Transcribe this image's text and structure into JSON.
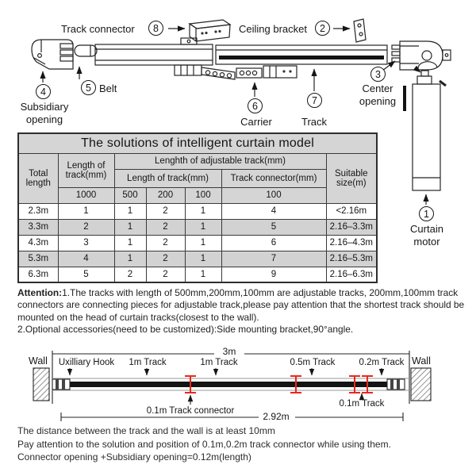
{
  "colors": {
    "table_header_bg": "#d5d5d5",
    "table_alt_row_bg": "#d2d2d2",
    "connector_marker_red": "#e8281e"
  },
  "top_diagram": {
    "track_connector": {
      "num": "8",
      "label": "Track connector"
    },
    "ceiling_bracket": {
      "num": "2",
      "label": "Ceiling bracket"
    },
    "subsidiary_opening": {
      "num": "4",
      "line1": "Subsidiary",
      "line2": "opening"
    },
    "belt": {
      "num": "5",
      "label": "Belt"
    },
    "carrier": {
      "num": "6",
      "label": "Carrier"
    },
    "track": {
      "num": "7",
      "label": "Track"
    },
    "center_opening": {
      "num": "3",
      "line1": "Center",
      "line2": "opening"
    },
    "curtain_motor": {
      "num": "1",
      "line1": "Curtain",
      "line2": "motor"
    }
  },
  "table": {
    "title": "The solutions of intelligent curtain model",
    "headers": {
      "total_length": "Total length",
      "length_of_track": "Length of track(mm)",
      "adjustable": "Lenghth of adjustable track(mm)",
      "adj_length_of_track": "Length of track(mm)",
      "track_connector": "Track connector(mm)",
      "suitable": "Suitable size(m)",
      "col_1000": "1000",
      "col_500": "500",
      "col_200": "200",
      "col_100": "100",
      "col_conn100": "100"
    },
    "rows": [
      {
        "cells": [
          "2.3m",
          "1",
          "1",
          "2",
          "1",
          "4",
          "<2.16m"
        ]
      },
      {
        "cells": [
          "3.3m",
          "2",
          "1",
          "2",
          "1",
          "5",
          "2.16–3.3m"
        ]
      },
      {
        "cells": [
          "4.3m",
          "3",
          "1",
          "2",
          "1",
          "6",
          "2.16–4.3m"
        ]
      },
      {
        "cells": [
          "5.3m",
          "4",
          "1",
          "2",
          "1",
          "7",
          "2.16–5.3m"
        ]
      },
      {
        "cells": [
          "6.3m",
          "5",
          "2",
          "2",
          "1",
          "9",
          "2.16–6.3m"
        ]
      }
    ]
  },
  "attention": {
    "label": "Attention:",
    "item1": "1.The tracks with length of 500mm,200mm,100mm are adjustable tracks, 200mm,100mm track connectors are connecting pieces for adjustable track,please pay attention that the shortest track should be mounted on the head of curtain tracks(closest to the wall).",
    "item2": "2.Optional accessories(need to be customized):Side mounting bracket,90°angle."
  },
  "bottom_diagram": {
    "wall_left": "Wall",
    "wall_right": "Wall",
    "total_span": "3m",
    "track_labels": [
      "Uxilliary Hook",
      "1m Track",
      "1m Track",
      "0.5m Track",
      "0.2m Track"
    ],
    "connector_label": "0.1m Track connector",
    "inner_span": "2.92m",
    "small_track_label": "0.1m Track"
  },
  "footer_notes": [
    "The distance between the track and the wall is at least 10mm",
    "Pay attention to the solution and position of 0.1m,0.2m track connector while using them.",
    "Connector opening +Subsidiary opening=0.12m(length)"
  ]
}
